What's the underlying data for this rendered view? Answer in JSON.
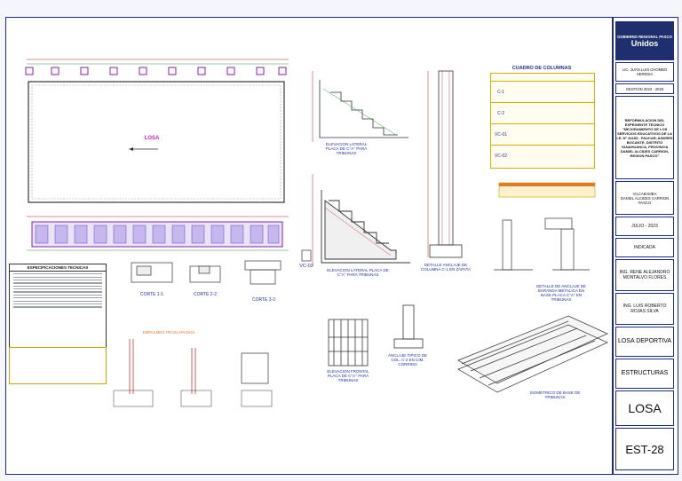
{
  "titleblock": {
    "client": "GOBIERNO REGIONAL PASCO",
    "brand": "Unidos",
    "lead": "LIC. JUAN LUIS CHOMBO HEREDIA",
    "period": "GESTION 2023 - 2026",
    "project": "REFORMULACION DEL EXPEDIENTE TECNICO \"MEJORAMIENTO DE LOS SERVICIOS EDUCATIVOS DE LA I.E. N° 34153 - PAUCAR, ANDRES BOCANTE, DISTRITO YANAHUANCA, PROVINCIA DANIEL ALCIDES CARRION, REGION PASCO\"",
    "place_district": "VILCABAMBA",
    "place_province": "DANIEL ALCIDES CARRION",
    "place_region": "PASCO",
    "date": "JULIO - 2023",
    "scale": "INDICADA",
    "designer": "ING. RENE ALEJANDRO MONTALVO FLORES",
    "reviewer": "ING. LUIS ROBERTO ROJAS SILVA",
    "component": "LOSA DEPORTIVA",
    "specialty": "ESTRUCTURAS",
    "content": "LOSA",
    "sheet": "EST-28"
  },
  "drawings": {
    "slab_label": "LOSA",
    "columns_table_title": "CUADRO DE COLUMNAS",
    "column_types": [
      "C-1",
      "C-2",
      "VC-01",
      "VC-02"
    ],
    "vc02_label": "VC-02",
    "elev_lateral_1": "ELEVACION LATERAL PLACA DE C°A° PARA TRIBUNAS",
    "elev_lateral_2": "ELEVACION LATERAL PLACA DE C°A° PARA TRIBUNAS",
    "detail_anchor": "DETALLE ANCLAJE DE COLUMNA C-1 EN ZAPATA",
    "detail_plate": "DETALLE DE ANCLAJE DE BARANDA METALICA EN BASE PLACA C°A° EN TRIBUNAS",
    "elev_front": "ELEVACION FRONTAL PLACA DE C°A° PARA TRIBUNAS",
    "anchor_typical": "ANCLAJE TIPICO DE COL. C-2 EN CIM. CORRIDO",
    "isometric": "ISOMETRICO DE BASE DE TRIBUNAS",
    "cut_1": "CORTE 1-1",
    "cut_2": "CORTE 2-2",
    "cut_3": "CORTE 3-3",
    "spec_title": "ESPECIFICACIONES TECNICAS",
    "stairs_title": "EMPALMES TRASLAPADOS"
  }
}
